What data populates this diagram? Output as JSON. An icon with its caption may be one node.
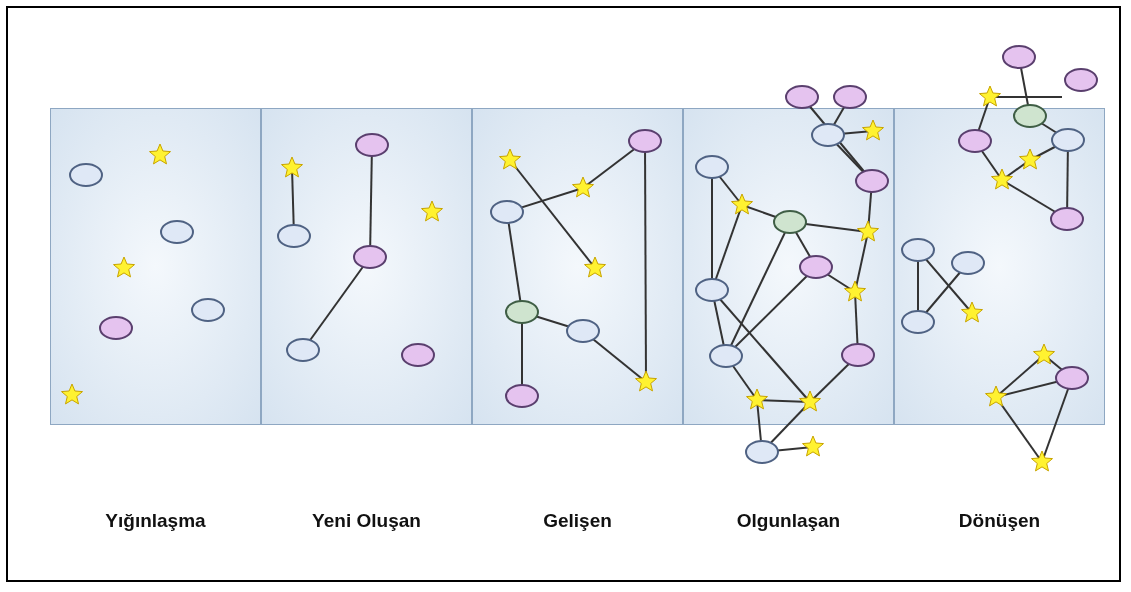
{
  "diagram": {
    "nodes": [
      {
        "text": [
          "Yığınlaşma"
        ]
      },
      {
        "text": [
          "Yeni Oluşan"
        ]
      },
      {
        "text": [
          "Gelişen"
        ]
      },
      {
        "text": [
          "Olgunlaşan"
        ]
      },
      {
        "text": [
          "Dönüşen"
        ]
      }
    ]
  }
}
